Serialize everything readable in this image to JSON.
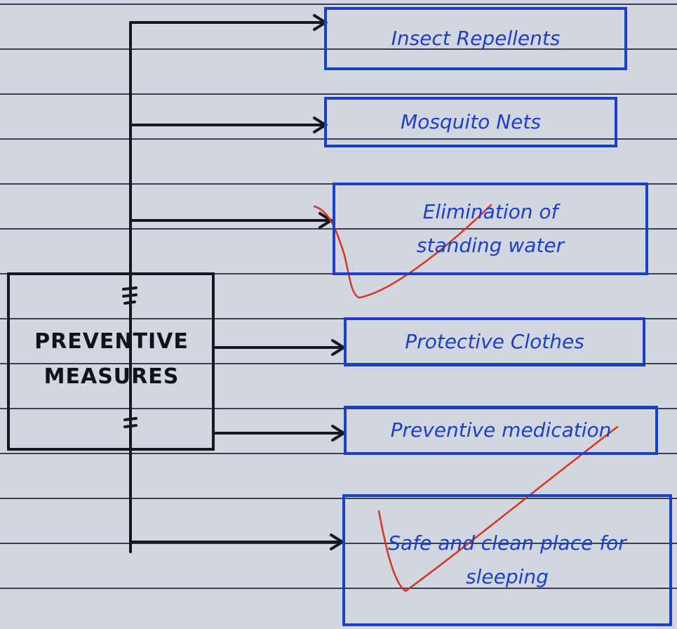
{
  "diagram": {
    "root": {
      "label": "PREVENTIVE MEASURES"
    },
    "measures": [
      {
        "label": "Insect Repellents"
      },
      {
        "label": "Mosquito Nets"
      },
      {
        "label": "Elimination of standing water"
      },
      {
        "label": "Protective Clothes"
      },
      {
        "label": "Preventive medication"
      },
      {
        "label": "Safe and clean place for sleeping"
      }
    ],
    "colors": {
      "ink_black": "#16181e",
      "ink_blue": "#1a3fc8",
      "check_red": "#d8351e",
      "paper": "#d2d6e0"
    },
    "checkmarks": [
      "elimination-of-standing-water",
      "safe-and-clean-place-for-sleeping"
    ]
  }
}
